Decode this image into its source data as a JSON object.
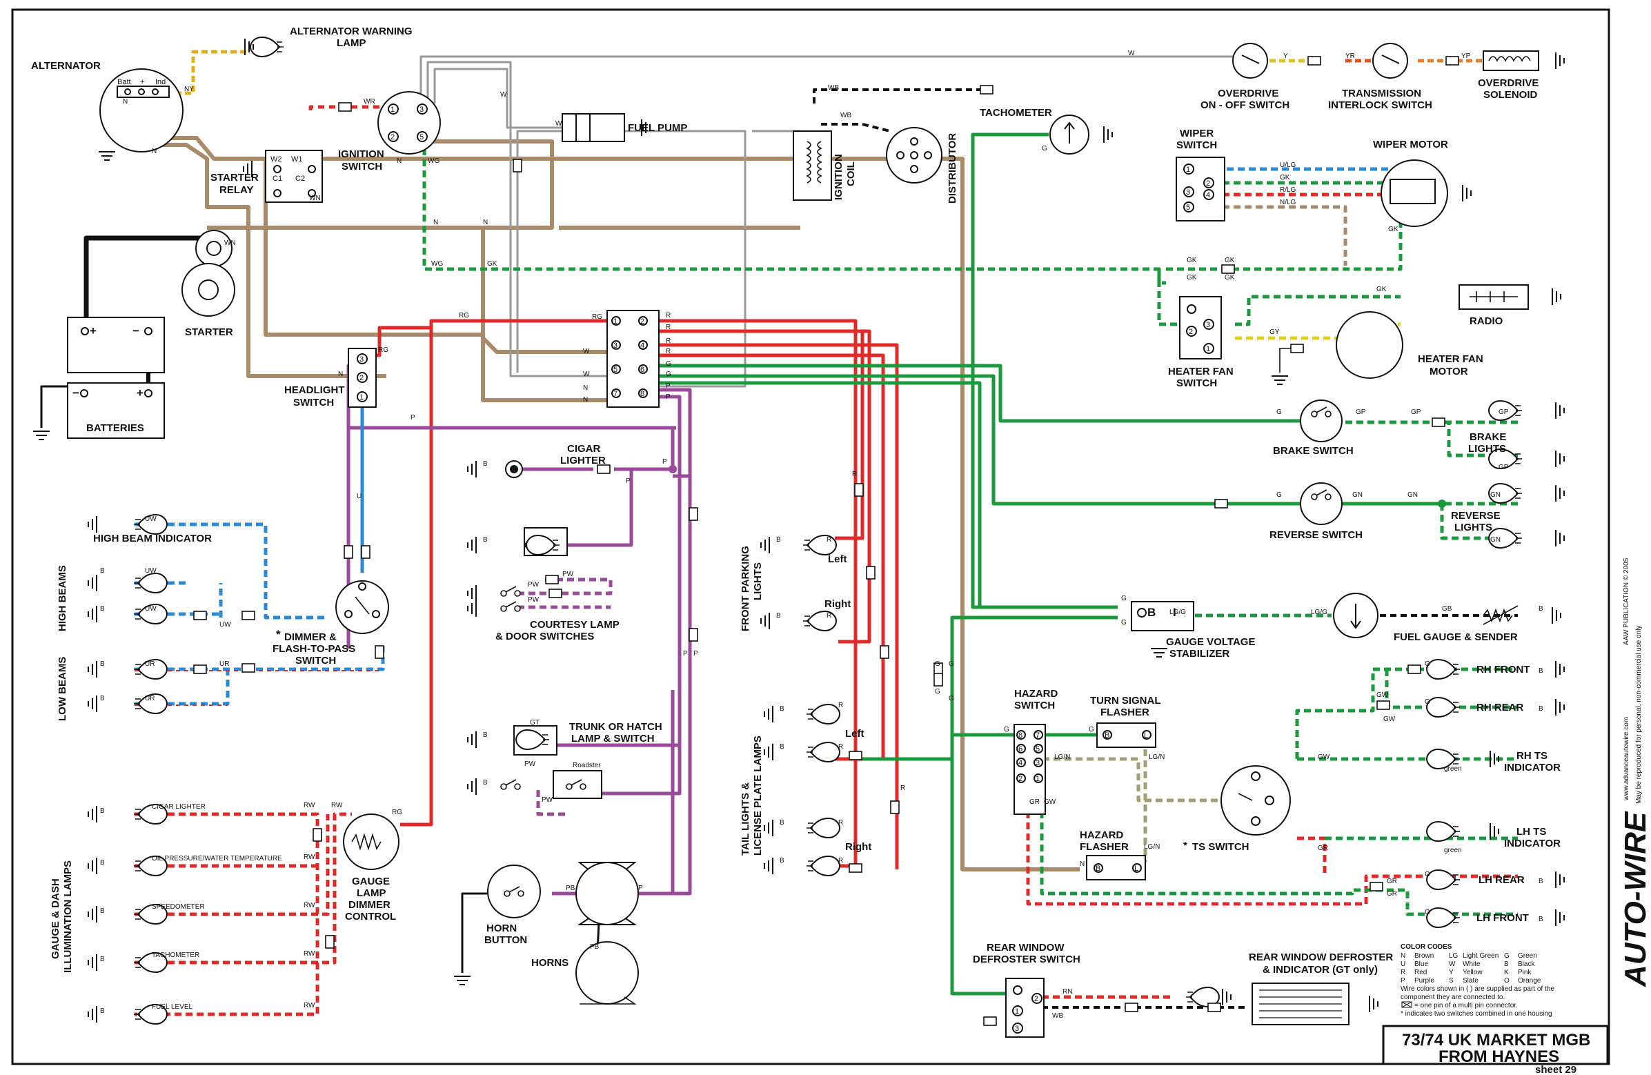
{
  "components": {
    "alternator": "ALTERNATOR",
    "alternator_terms": [
      "Batt",
      "+",
      "Ind"
    ],
    "alt_warning_1": "ALTERNATOR WARNING",
    "alt_warning_2": "LAMP",
    "starter_relay_1": "STARTER",
    "starter_relay_2": "RELAY",
    "relay_terms": [
      "W2",
      "W1",
      "C1",
      "C2"
    ],
    "ignition_switch_1": "IGNITION",
    "ignition_switch_2": "SWITCH",
    "fuel_pump": "FUEL PUMP",
    "ignition_coil_1": "IGNITION",
    "ignition_coil_2": "COIL",
    "distributor": "DISTRIBUTOR",
    "tachometer": "TACHOMETER",
    "overdrive_switch_1": "OVERDRIVE",
    "overdrive_switch_2": "ON - OFF SWITCH",
    "trans_interlock_1": "TRANSMISSION",
    "trans_interlock_2": "INTERLOCK SWITCH",
    "overdrive_solenoid_1": "OVERDRIVE",
    "overdrive_solenoid_2": "SOLENOID",
    "wiper_switch_1": "WIPER",
    "wiper_switch_2": "SWITCH",
    "wiper_motor": "WIPER MOTOR",
    "starter": "STARTER",
    "batteries": "BATTERIES",
    "radio": "RADIO",
    "heater_fan_switch_1": "HEATER FAN",
    "heater_fan_switch_2": "SWITCH",
    "heater_fan_motor_1": "HEATER FAN",
    "heater_fan_motor_2": "MOTOR",
    "headlight_switch_1": "HEADLIGHT",
    "headlight_switch_2": "SWITCH",
    "cigar_lighter_1": "CIGAR",
    "cigar_lighter_2": "LIGHTER",
    "brake_switch": "BRAKE SWITCH",
    "brake_lights_1": "BRAKE",
    "brake_lights_2": "LIGHTS",
    "reverse_switch": "REVERSE SWITCH",
    "reverse_lights_1": "REVERSE",
    "reverse_lights_2": "LIGHTS",
    "high_beam_indicator": "HIGH BEAM INDICATOR",
    "high_beams": "HIGH BEAMS",
    "low_beams": "LOW BEAMS",
    "dimmer_1": "DIMMER &",
    "dimmer_2": "FLASH-TO-PASS",
    "dimmer_3": "SWITCH",
    "courtesy_1": "COURTESY LAMP",
    "courtesy_2": "& DOOR SWITCHES",
    "front_parking_1": "FRONT PARKING",
    "front_parking_2": "LIGHTS",
    "left": "Left",
    "right": "Right",
    "fuel_gauge": "FUEL GAUGE & SENDER",
    "gauge_stab_1": "GAUGE VOLTAGE",
    "gauge_stab_2": "STABILIZER",
    "hazard_switch_1": "HAZARD",
    "hazard_switch_2": "SWITCH",
    "turn_flasher_1": "TURN SIGNAL",
    "turn_flasher_2": "FLASHER",
    "rh_front": "RH FRONT",
    "rh_rear": "RH REAR",
    "rh_ts_1": "RH TS",
    "rh_ts_2": "INDICATOR",
    "lh_ts_1": "LH TS",
    "lh_ts_2": "INDICATOR",
    "lh_rear": "LH REAR",
    "lh_front": "LH FRONT",
    "ts_switch": "TS SWITCH",
    "hazard_flasher_1": "HAZARD",
    "hazard_flasher_2": "FLASHER",
    "trunk_1": "TRUNK OR HATCH",
    "trunk_2": "LAMP & SWITCH",
    "roadster": "Roadster",
    "tail_lights_1": "TAIL LIGHTS &",
    "tail_lights_2": "LICENSE PLATE LAMPS",
    "gauge_dash_1": "GAUGE & DASH",
    "gauge_dash_2": "ILLUMINATION LAMPS",
    "illum_lamps": [
      "CIGAR LIGHTER",
      "OIL PRESSURE/WATER TEMPERATURE",
      "SPEEDOMETER",
      "TACHOMETER",
      "FUEL LEVEL"
    ],
    "dimmer_control_1": "GAUGE",
    "dimmer_control_2": "LAMP",
    "dimmer_control_3": "DIMMER",
    "dimmer_control_4": "CONTROL",
    "horn_button_1": "HORN",
    "horn_button_2": "BUTTON",
    "horns": "HORNS",
    "rear_defrost_sw_1": "REAR WINDOW",
    "rear_defrost_sw_2": "DEFROSTER SWITCH",
    "rear_defroster_1": "REAR WINDOW DEFROSTER",
    "rear_defroster_2": "& INDICATOR (GT only)",
    "green": "green"
  },
  "wire_codes": {
    "NY": "NY",
    "W": "W",
    "WR": "WR",
    "N": "N",
    "WN": "WN",
    "WG": "WG",
    "GK": "GK",
    "Y": "Y",
    "YR": "YR",
    "YP": "YP",
    "WB": "WB",
    "G": "G",
    "ULG": "U/LG",
    "RLG": "R/LG",
    "NLG": "N/LG",
    "GY": "GY",
    "RG": "RG",
    "R": "R",
    "P": "P",
    "U": "U",
    "UW": "UW",
    "UR": "UR",
    "GP": "GP",
    "GN": "GN",
    "LGG": "LG/G",
    "GB": "GB",
    "B": "B",
    "GW": "GW",
    "LGN": "LG/N",
    "GR": "GR",
    "RW": "RW",
    "PW": "PW",
    "GT": "GT",
    "PB": "PB",
    "RN": "RN",
    "I": "I"
  },
  "color_codes": {
    "heading": "COLOR CODES",
    "codes": [
      [
        "N",
        "Brown",
        "LG",
        "Light Green",
        "G",
        "Green"
      ],
      [
        "U",
        "Blue",
        "W",
        "White",
        "B",
        "Black"
      ],
      [
        "R",
        "Red",
        "Y",
        "Yellow",
        "K",
        "Pink"
      ],
      [
        "P",
        "Purple",
        "S",
        "Slate",
        "O",
        "Orange"
      ]
    ],
    "note_1": "Wire colors shown in ( ) are supplied as part of the",
    "note_2": "component they are connected to.",
    "note_3": "= one pin of a multi pin connector.",
    "note_4": "* indicates two switches combined in one housing"
  },
  "title_block": {
    "line1": "73/74 UK MARKET MGB",
    "line2": "FROM HAYNES",
    "sheet": "sheet 29"
  },
  "side_text": {
    "brand": "AUTO-WIRE",
    "url": "www.advanceautowire.com",
    "pub": "AAW PUBLICATION © 2005",
    "rights": "May be reproduced for personal, non-commercial use only"
  },
  "colors": {
    "brown": "#a98b6a",
    "red": "#e02a2a",
    "green": "#1a9a3c",
    "purple": "#9a4a9a",
    "blue": "#2a8ad6",
    "black": "#111111"
  }
}
